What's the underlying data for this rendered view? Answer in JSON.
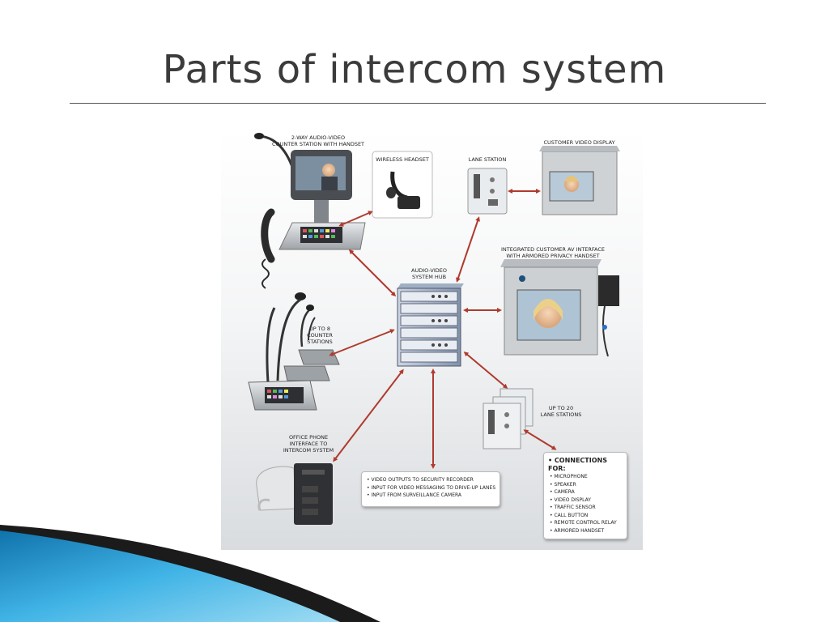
{
  "slide": {
    "title": "Parts of intercom system"
  },
  "diagram": {
    "labels": {
      "counter_station": "2-WAY AUDIO-VIDEO\nCOUNTER STATION WITH HANDSET",
      "wireless_headset": "WIRELESS HEADSET",
      "lane_station": "LANE STATION",
      "customer_display": "CUSTOMER VIDEO DISPLAY",
      "integrated_interface": "INTEGRATED CUSTOMER AV INTERFACE\nWITH ARMORED PRIVACY HANDSET",
      "hub": "AUDIO-VIDEO\nSYSTEM HUB",
      "up_to_8": "UP TO 8\nCOUNTER\nSTATIONS",
      "up_to_20": "UP TO 20\nLANE STATIONS",
      "office_phone": "OFFICE PHONE\nINTERFACE TO\nINTERCOM SYSTEM"
    },
    "video_box": [
      "VIDEO OUTPUTS TO SECURITY RECORDER",
      "INPUT FOR VIDEO MESSAGING TO DRIVE-UP LANES",
      "INPUT FROM SURVEILLANCE CAMERA"
    ],
    "connections": {
      "title": "CONNECTIONS FOR:",
      "items": [
        "MICROPHONE",
        "SPEAKER",
        "CAMERA",
        "VIDEO DISPLAY",
        "TRAFFIC SENSOR",
        "CALL BUTTON",
        "REMOTE CONTROL RELAY",
        "ARMORED HANDSET"
      ]
    },
    "colors": {
      "arrow": "#b03a2e",
      "accent": "#2a9fd6"
    }
  }
}
